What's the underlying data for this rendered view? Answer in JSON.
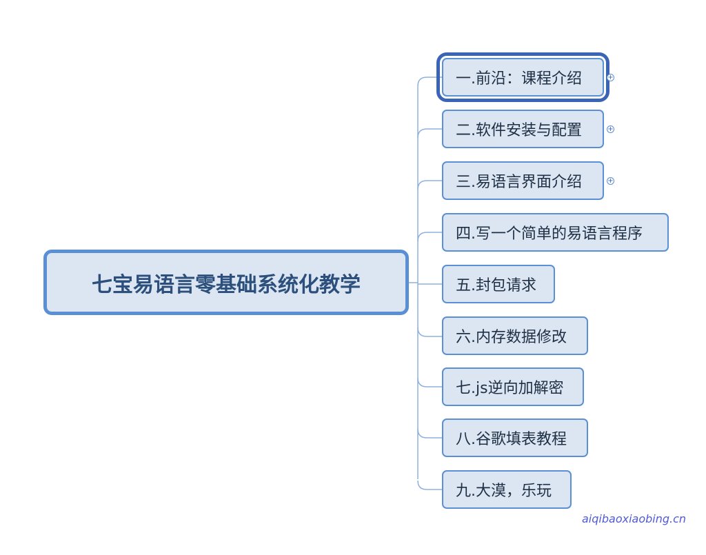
{
  "mindmap": {
    "root": {
      "label": "七宝易语言零基础系统化教学"
    },
    "topics": [
      {
        "label": "一.前沿：课程介绍",
        "collapsed": true,
        "selected": true
      },
      {
        "label": "二.软件安装与配置",
        "collapsed": true
      },
      {
        "label": "三.易语言界面介绍",
        "collapsed": true
      },
      {
        "label": "四.写一个简单的易语言程序"
      },
      {
        "label": "五.封包请求"
      },
      {
        "label": "六.内存数据修改"
      },
      {
        "label": "七.js逆向加解密"
      },
      {
        "label": "八.谷歌填表教程"
      },
      {
        "label": "九.大漠，乐玩"
      }
    ],
    "expand_icon": "plus-circle-icon"
  },
  "watermark": "aiqibaoxiaobing.cn",
  "colors": {
    "node_fill": "#dce6f2",
    "node_border": "#5b8fd3",
    "selected_border": "#3a64b5",
    "root_text": "#2c4f7c",
    "link": "#8fb0de"
  }
}
